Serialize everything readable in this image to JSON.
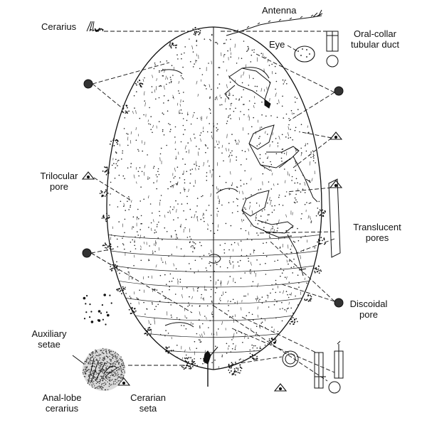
{
  "labels": {
    "cerarius": "Cerarius",
    "antenna": "Antenna",
    "oral_collar_1": "Oral-collar",
    "oral_collar_2": "tubular duct",
    "eye": "Eye",
    "trilocular_1": "Trilocular",
    "trilocular_2": "pore",
    "translucent_1": "Translucent",
    "translucent_2": "pores",
    "discoidal_1": "Discoidal",
    "discoidal_2": "pore",
    "auxiliary_1": "Auxiliary",
    "auxiliary_2": "setae",
    "anal_lobe_1": "Anal-lobe",
    "anal_lobe_2": "cerarius",
    "cerarian_1": "Cerarian",
    "cerarian_2": "seta"
  },
  "colors": {
    "ink": "#111111",
    "background": "#ffffff"
  }
}
